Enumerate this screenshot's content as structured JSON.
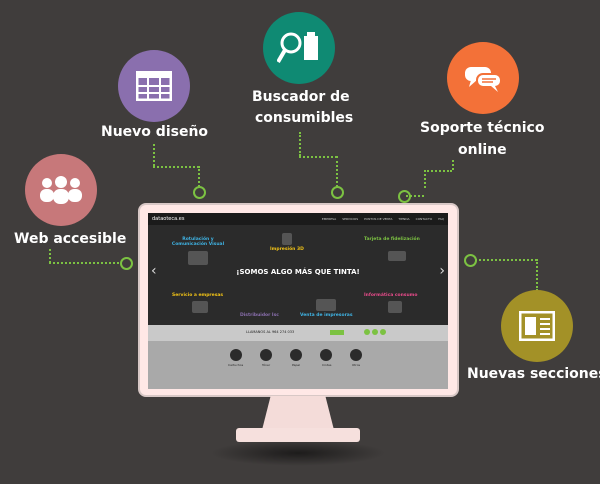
{
  "features": {
    "web_accesible": {
      "label": "Web accesible",
      "color": "#c7787a"
    },
    "nuevo_diseno": {
      "label": "Nuevo diseño",
      "color": "#8a6fae"
    },
    "buscador": {
      "line1": "Buscador de",
      "line2": "consumibles",
      "color": "#0f8a73"
    },
    "soporte": {
      "line1": "Soporte técnico",
      "line2": "online",
      "color": "#f37138"
    },
    "nuevas_secciones": {
      "label": "Nuevas secciones",
      "color": "#a39127"
    }
  },
  "accent": "#7cc242",
  "website": {
    "logo": "dataoteca.es",
    "nav": [
      "EMPRESA",
      "SERVICIOS",
      "PUNTOS DE VENTA",
      "TIENDA",
      "CONTACTO",
      "FAQ"
    ],
    "categories": {
      "rotulacion": "Rotulación y Comunicación Visual",
      "impresion3d": "Impresión 3D",
      "fidelizacion": "Tarjeta de fidelización",
      "servicio": "Servicio a empresas",
      "distribuidor": "Distribuidor Isc",
      "informatica": "Informática consumo",
      "venta": "Venta de impresoras"
    },
    "slogan": "¡SOMOS ALGO MÁS QUE TINTA!",
    "phone_label": "LLAMANOS AL 964 274 033",
    "bottom_labels": [
      "Cartuchos",
      "Tóner",
      "Papel",
      "Cintas",
      "Otros"
    ]
  }
}
